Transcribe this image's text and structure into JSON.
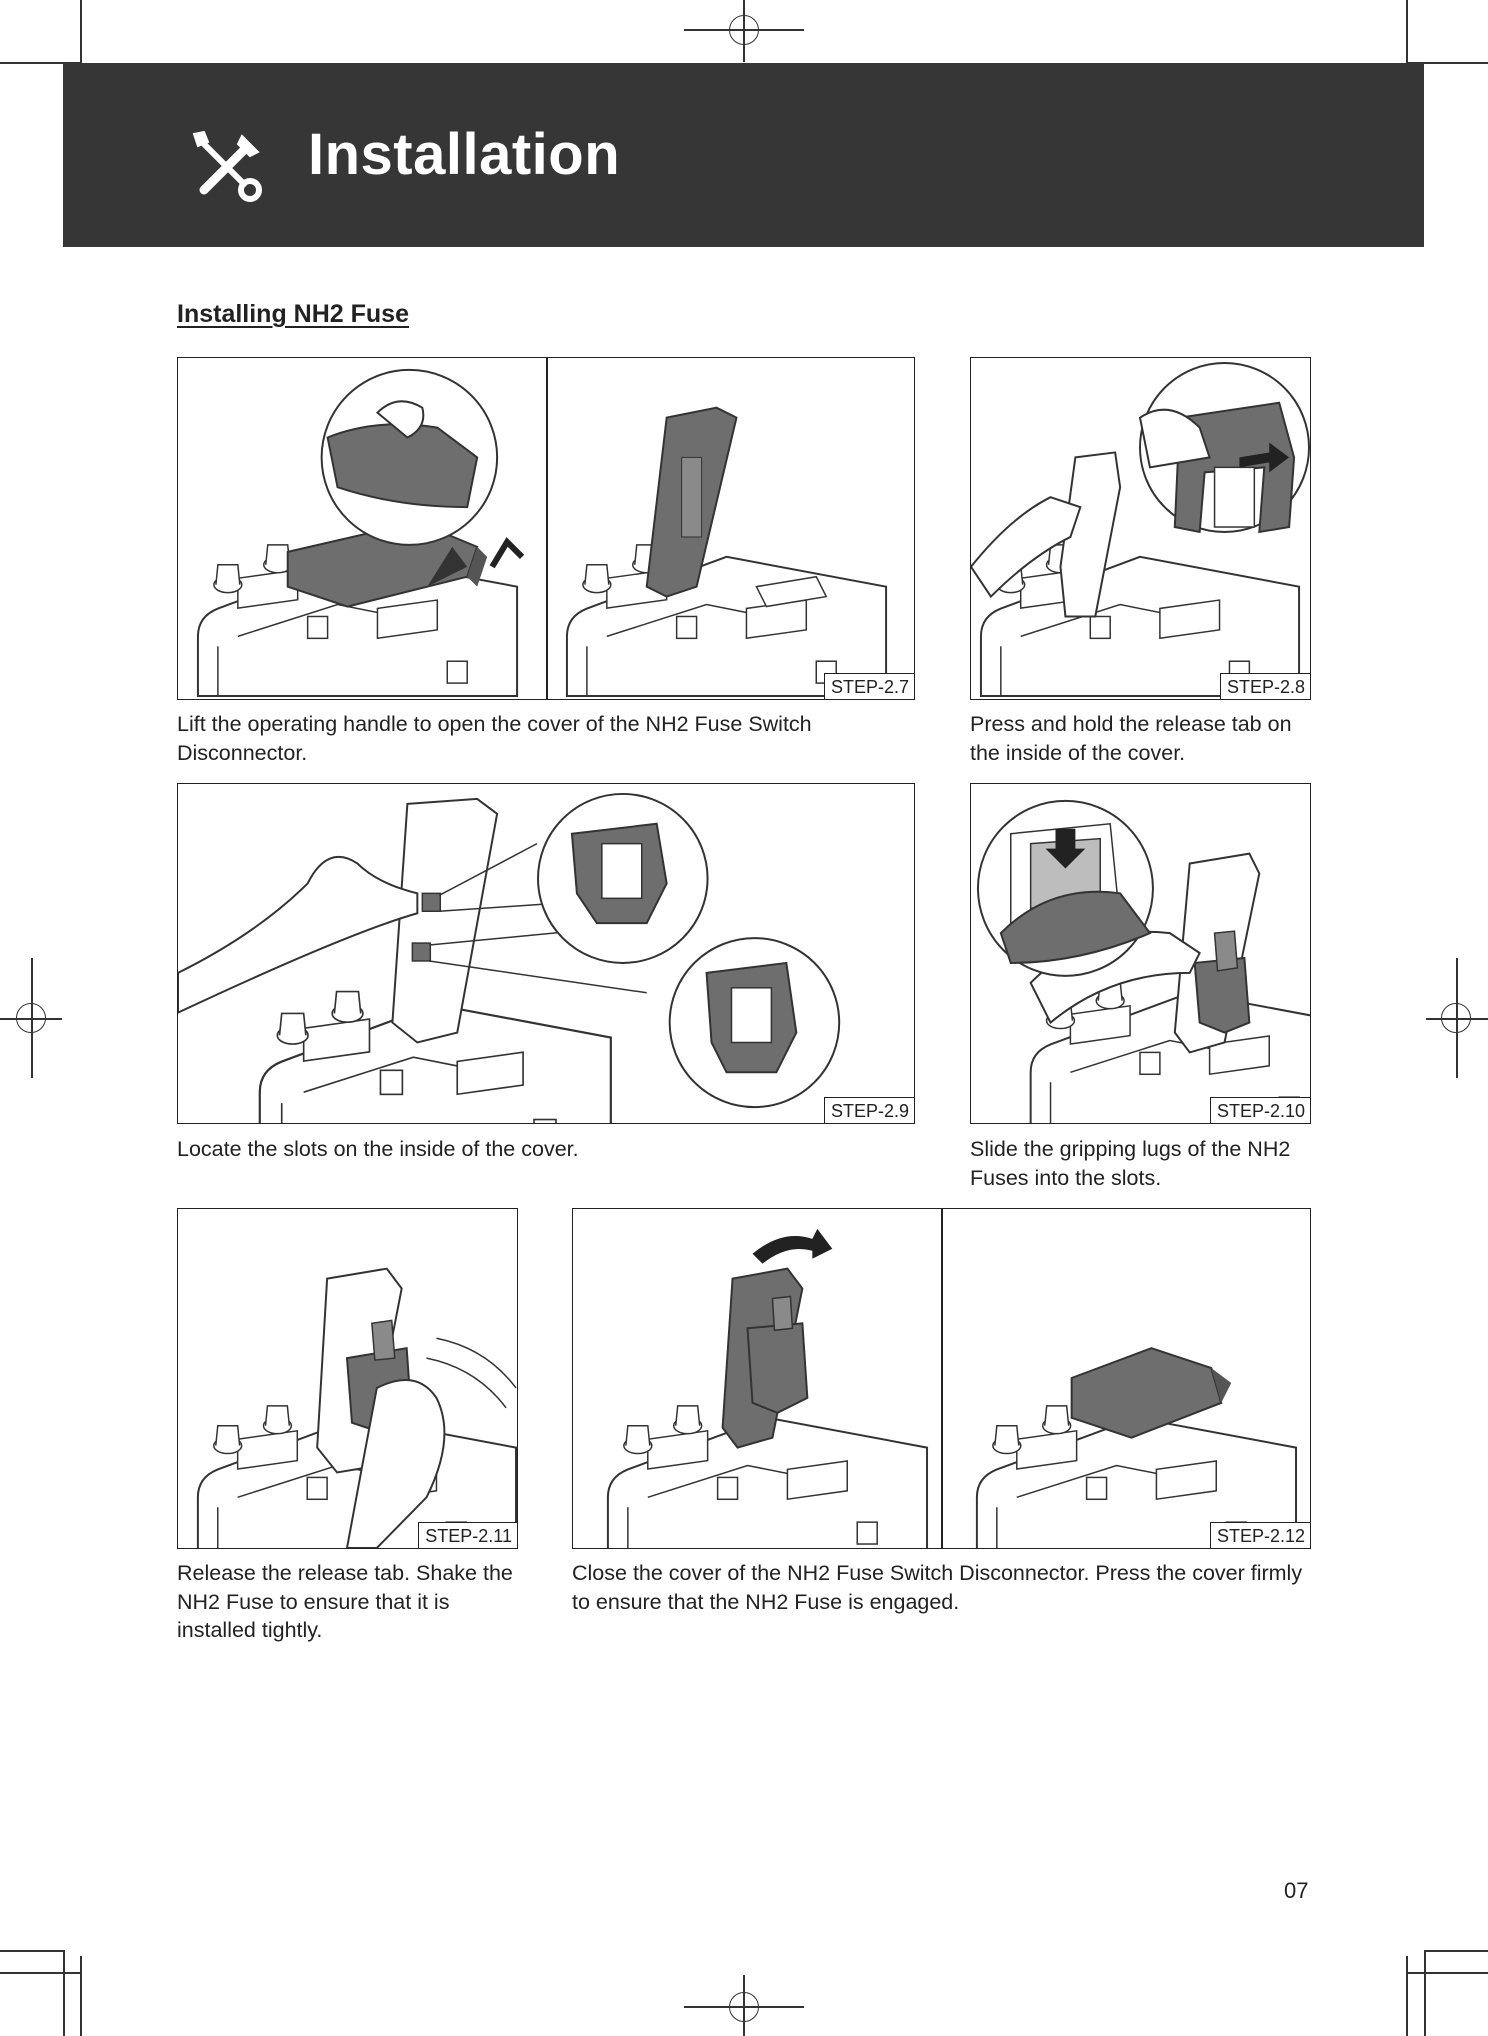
{
  "header": {
    "title": "Installation",
    "icon": "tools-icon"
  },
  "section": {
    "title": "Installing NH2 Fuse"
  },
  "steps": [
    {
      "label": "STEP-2.7",
      "caption": "Lift the operating handle to open the cover of the NH2 Fuse Switch Disconnector."
    },
    {
      "label": "STEP-2.8",
      "caption": "Press and hold the release tab on the inside of the cover."
    },
    {
      "label": "STEP-2.9",
      "caption": "Locate the slots on the inside of the cover."
    },
    {
      "label": "STEP-2.10",
      "caption": "Slide the gripping lugs of the NH2 Fuses into the slots."
    },
    {
      "label": "STEP-2.11",
      "caption": "Release the release tab. Shake the NH2 Fuse to ensure that it is installed tightly."
    },
    {
      "label": "STEP-2.12",
      "caption": "Close the cover of the NH2 Fuse Switch Disconnector. Press the cover firmly to ensure that the NH2 Fuse is engaged."
    }
  ],
  "footer": {
    "page_number": "07"
  },
  "colors": {
    "header_band": "#363636",
    "device_dark": "#6e6e6e",
    "line": "#222222"
  }
}
